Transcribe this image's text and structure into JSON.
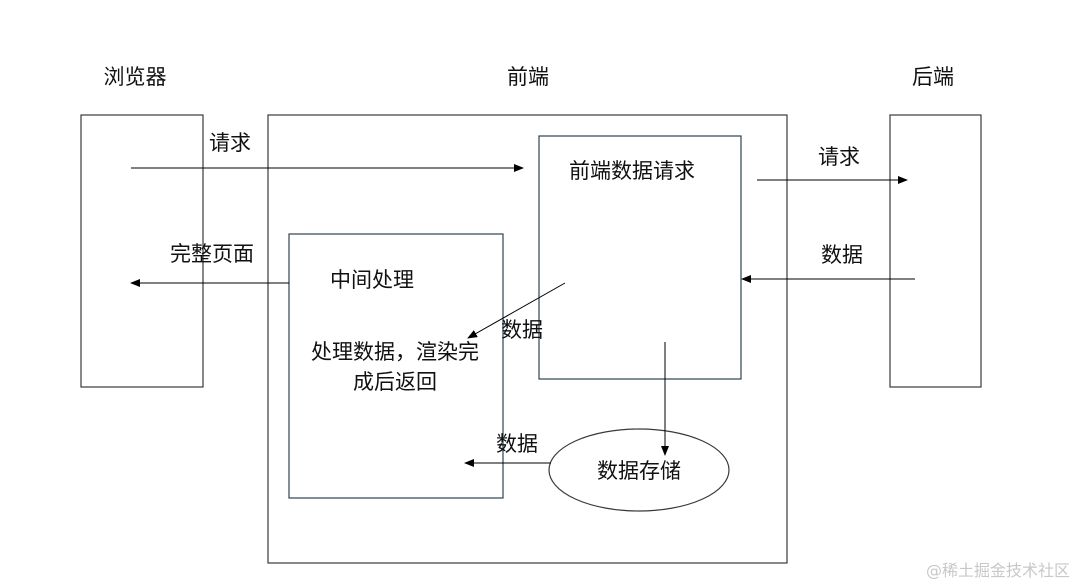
{
  "columns": {
    "browser": "浏览器",
    "frontend": "前端",
    "backend": "后端"
  },
  "nodes": {
    "frontend_request": "前端数据请求",
    "middle_process": "中间处理",
    "process_detail_line1": "处理数据，渲染完",
    "process_detail_line2": "成后返回",
    "data_storage": "数据存储"
  },
  "edges": {
    "browser_to_frontend": "请求",
    "frontend_to_backend": "请求",
    "backend_to_frontend": "数据",
    "request_to_process": "数据",
    "storage_to_process": "数据",
    "frontend_to_browser": "完整页面"
  },
  "watermark": "@稀土掘金技术社区"
}
